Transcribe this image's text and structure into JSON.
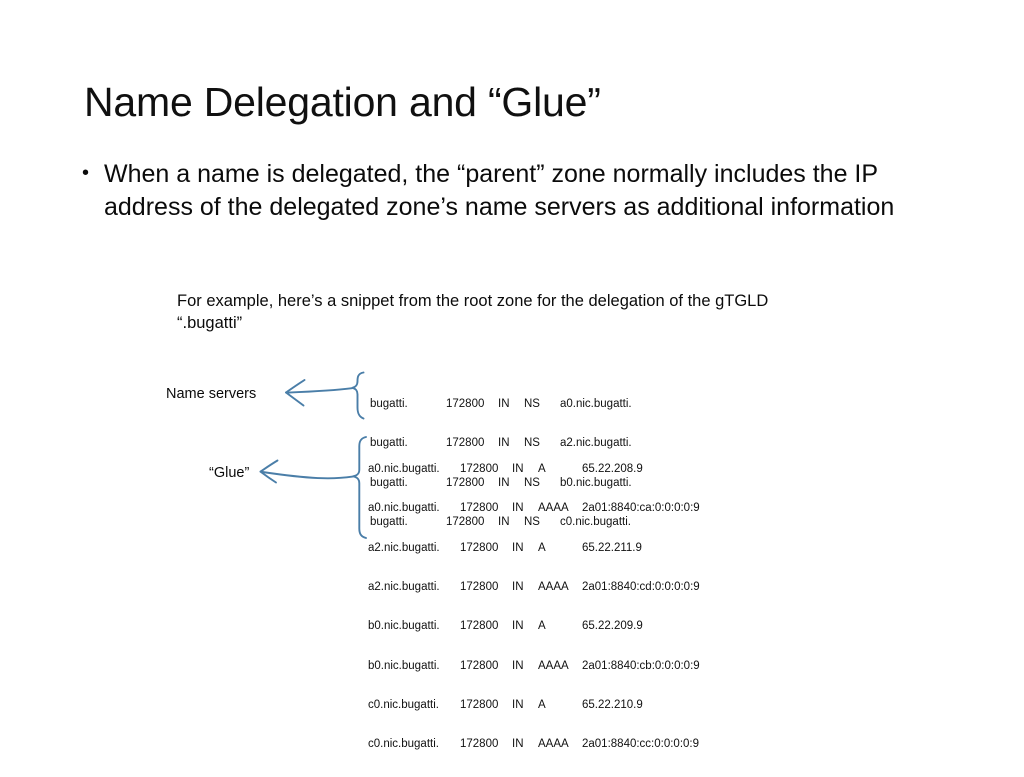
{
  "slide": {
    "title": "Name Delegation and “Glue”",
    "bullets": [
      {
        "marker": "•",
        "text": "When a name is delegated, the “parent” zone normally includes the IP address of the delegated zone’s name servers as additional information"
      }
    ],
    "caption": "For example, here’s a snippet from the root zone for the delegation of the gTGLD “.bugatti”"
  },
  "labels": {
    "name_servers": "Name servers",
    "glue": "“Glue”"
  },
  "ns_records": {
    "rows": [
      {
        "owner": "bugatti.",
        "ttl": "172800",
        "class": "IN",
        "type": "NS",
        "data": "a0.nic.bugatti."
      },
      {
        "owner": "bugatti.",
        "ttl": "172800",
        "class": "IN",
        "type": "NS",
        "data": "a2.nic.bugatti."
      },
      {
        "owner": "bugatti.",
        "ttl": "172800",
        "class": "IN",
        "type": "NS",
        "data": "b0.nic.bugatti."
      },
      {
        "owner": "bugatti.",
        "ttl": "172800",
        "class": "IN",
        "type": "NS",
        "data": "c0.nic.bugatti."
      }
    ]
  },
  "glue_records": {
    "rows": [
      {
        "owner": "a0.nic.bugatti.",
        "ttl": "172800",
        "class": "IN",
        "type": "A",
        "data": "65.22.208.9"
      },
      {
        "owner": "a0.nic.bugatti.",
        "ttl": "172800",
        "class": "IN",
        "type": "AAAA",
        "data": "2a01:8840:ca:0:0:0:0:9"
      },
      {
        "owner": "a2.nic.bugatti.",
        "ttl": "172800",
        "class": "IN",
        "type": "A",
        "data": "65.22.211.9"
      },
      {
        "owner": "a2.nic.bugatti.",
        "ttl": "172800",
        "class": "IN",
        "type": "AAAA",
        "data": "2a01:8840:cd:0:0:0:0:9"
      },
      {
        "owner": "b0.nic.bugatti.",
        "ttl": "172800",
        "class": "IN",
        "type": "A",
        "data": "65.22.209.9"
      },
      {
        "owner": "b0.nic.bugatti.",
        "ttl": "172800",
        "class": "IN",
        "type": "AAAA",
        "data": "2a01:8840:cb:0:0:0:0:9"
      },
      {
        "owner": "c0.nic.bugatti.",
        "ttl": "172800",
        "class": "IN",
        "type": "A",
        "data": "65.22.210.9"
      },
      {
        "owner": "c0.nic.bugatti.",
        "ttl": "172800",
        "class": "IN",
        "type": "AAAA",
        "data": "2a01:8840:cc:0:0:0:0:9"
      }
    ]
  },
  "colors": {
    "annotation_blue": "#4A7EA8",
    "text": "#0b0b0b",
    "background": "#ffffff"
  }
}
